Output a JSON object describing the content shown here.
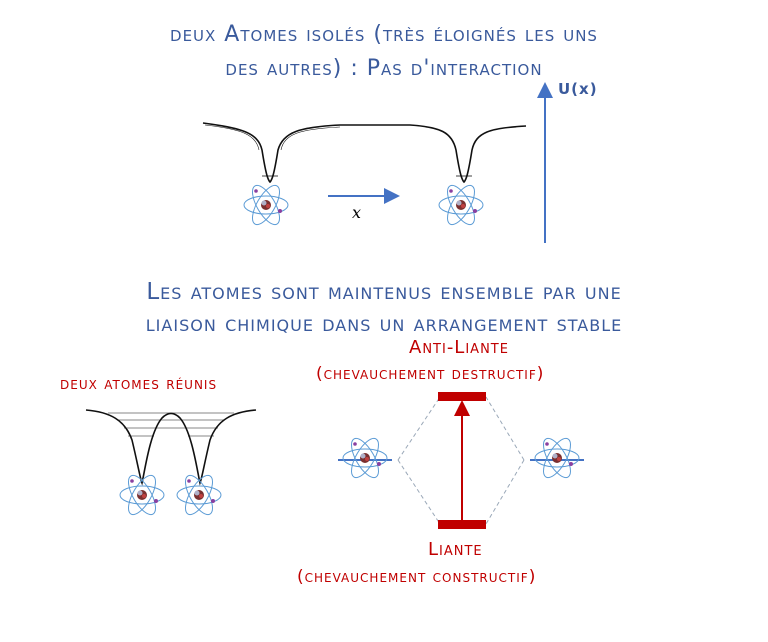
{
  "title_line1": "deux Atomes isolés (très éloignés les uns",
  "title_line2": "des autres) : Pas d'interaction",
  "axis_label": "U(x)",
  "x_label": "x",
  "subtitle_line1": "Les atomes sont maintenus ensemble par une",
  "subtitle_line2": "liaison chimique dans un arrangement stable",
  "left_label": "deux atomes réunis",
  "anti_title": "Anti-Liante",
  "anti_sub": "(chevauchement destructif)",
  "bond_title": "Liante",
  "bond_sub": "(chevauchement constructif)",
  "colors": {
    "blue_text": "#3a5a9c",
    "red_text": "#c00000",
    "arrow_blue": "#4472c4",
    "level_red": "#c00000"
  }
}
